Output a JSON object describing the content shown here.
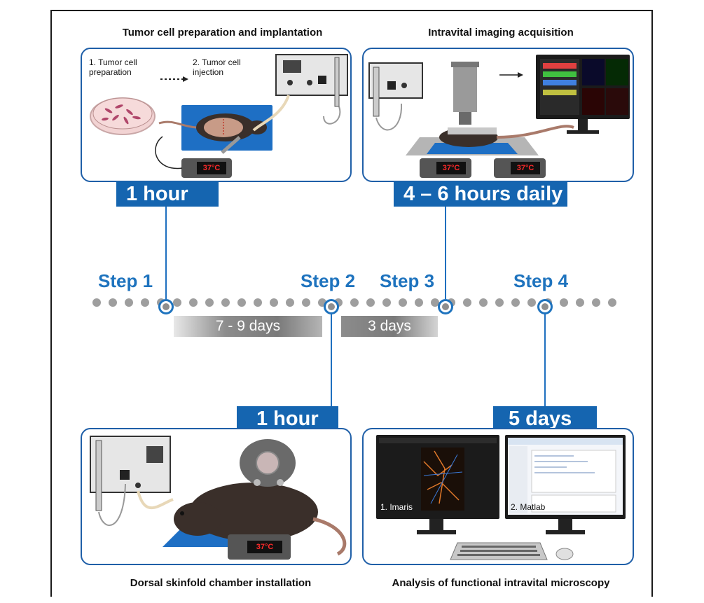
{
  "panels": {
    "p1": {
      "title": "Tumor cell preparation and implantation",
      "label_1": "1. Tumor cell preparation",
      "label_2": "2. Tumor cell injection",
      "temp": "37°C",
      "tab": "1 hour"
    },
    "p2": {
      "title": "Intravital imaging acquisition",
      "temp_a": "37°C",
      "temp_b": "37°C",
      "tab": "4 – 6 hours daily"
    },
    "p3": {
      "title": "Dorsal skinfold chamber installation",
      "temp": "37°C",
      "tab": "1 hour"
    },
    "p4": {
      "title": "Analysis of functional intravital microscopy",
      "screen_1": "1. Imaris",
      "screen_2": "2. Matlab",
      "tab": "5 days"
    }
  },
  "timeline": {
    "steps": [
      "Step 1",
      "Step 2",
      "Step 3",
      "Step 4"
    ],
    "durations": [
      "7 - 9 days",
      "3 days"
    ],
    "colors": {
      "accent": "#1e73be",
      "tab": "#1565b0",
      "dot": "#9e9e9e"
    }
  }
}
